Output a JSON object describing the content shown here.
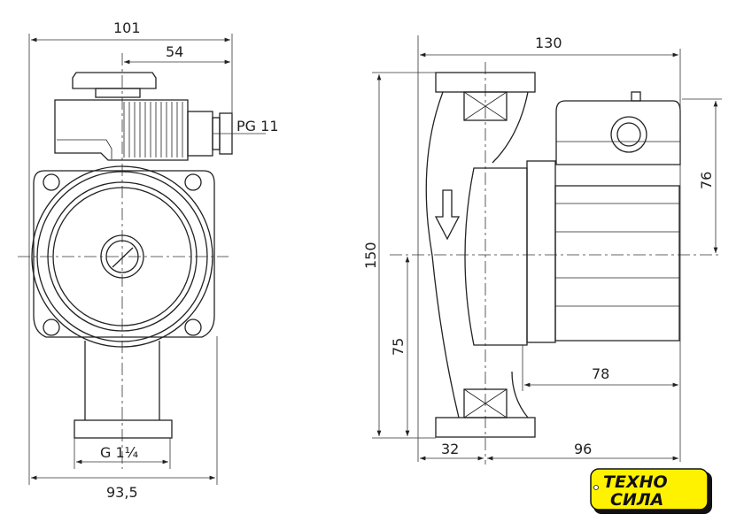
{
  "front_view": {
    "dim_width_top": "101",
    "dim_offset": "54",
    "cable_gland": "PG 11",
    "thread": "G 1¼",
    "dim_width_bottom": "93,5"
  },
  "side_view": {
    "dim_length": "130",
    "dim_height": "150",
    "dim_box_height": "76",
    "dim_axis_height": "75",
    "dim_motor_length": "78",
    "dim_flange_offset": "32",
    "dim_motor_offset": "96"
  },
  "logo": {
    "line1": "ТЕХНО",
    "line2": "СИЛА",
    "color": "#FFF200"
  }
}
